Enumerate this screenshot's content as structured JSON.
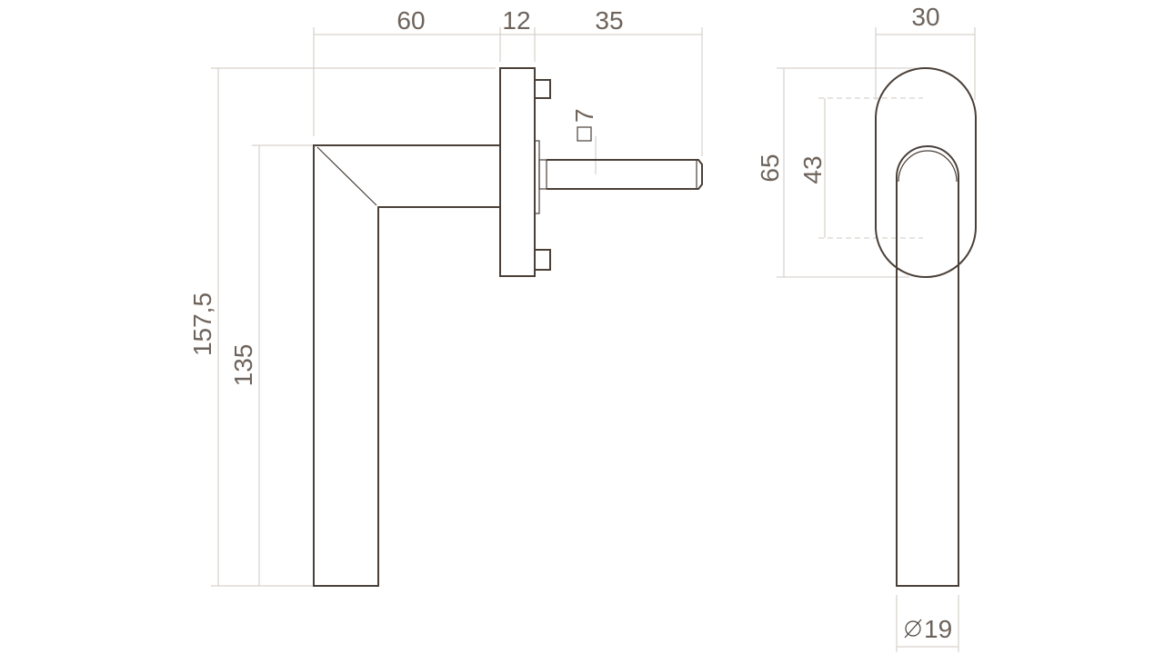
{
  "dimensions": {
    "top_60": "60",
    "top_12": "12",
    "top_35": "35",
    "square_7": "7",
    "left_157_5": "157,5",
    "left_135": "135",
    "right_30": "30",
    "right_65": "65",
    "right_43": "43",
    "bottom_dia_19": "19"
  },
  "colors": {
    "part_line": "#4a4038",
    "dimension_line": "#cfc8c2",
    "dimension_text": "#6e635b"
  },
  "icons": {
    "square": "square-symbol-icon",
    "diameter": "diameter-symbol-icon"
  }
}
